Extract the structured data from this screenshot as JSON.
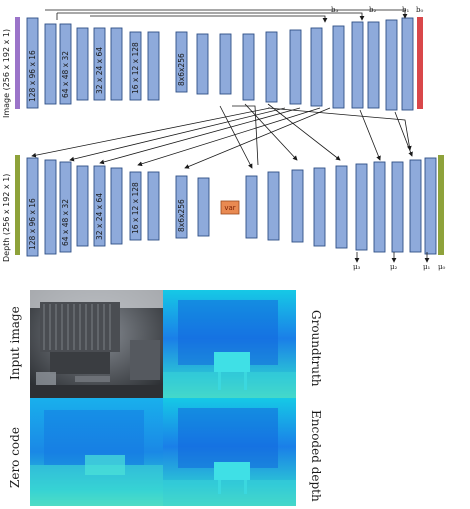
{
  "top_label": "Image (256 x 192 x 1)",
  "bottom_label": "Depth (256 x 192 x 1)",
  "top_blocks": [
    {
      "text": "128 x 96 x 16"
    },
    {
      "text": ""
    },
    {
      "text": "64 x 48 x 32"
    },
    {
      "text": ""
    },
    {
      "text": "32 x 24 x 64"
    },
    {
      "text": ""
    },
    {
      "text": "16 x 12 x 128"
    },
    {
      "text": ""
    },
    {
      "text": "8x6x256"
    },
    {
      "text": ""
    },
    {
      "text": ""
    },
    {
      "text": ""
    },
    {
      "text": ""
    },
    {
      "text": ""
    },
    {
      "text": ""
    },
    {
      "text": ""
    },
    {
      "text": ""
    }
  ],
  "bottom_blocks": [
    {
      "text": "128 x 96 x 16"
    },
    {
      "text": ""
    },
    {
      "text": "64 x 48 x 32"
    },
    {
      "text": ""
    },
    {
      "text": "32 x 24 x 64"
    },
    {
      "text": ""
    },
    {
      "text": "16 x 12 x 128"
    },
    {
      "text": ""
    },
    {
      "text": "8x6x256"
    },
    {
      "text": ""
    },
    {
      "text": ""
    },
    {
      "text": ""
    },
    {
      "text": ""
    },
    {
      "text": ""
    },
    {
      "text": ""
    },
    {
      "text": ""
    },
    {
      "text": ""
    }
  ],
  "b_labels": [
    "b₃",
    "b₂",
    "b₁",
    "b₀"
  ],
  "mu_labels": [
    "μ₃",
    "μ₂",
    "μ₁",
    "μ₀"
  ],
  "var_label": "var",
  "captions": {
    "input_image": "Input image",
    "groundtruth": "Groundtruth",
    "zero_code": "Zero code",
    "encoded_depth": "Encoded depth"
  },
  "colors": {
    "block_fill": "#8eaadb",
    "image_bar": "#9b74c9",
    "b0_bar": "#d9474a",
    "depth_bar": "#8ea23a",
    "mu0_bar": "#8ea23a",
    "var_box": "#e98a52"
  }
}
